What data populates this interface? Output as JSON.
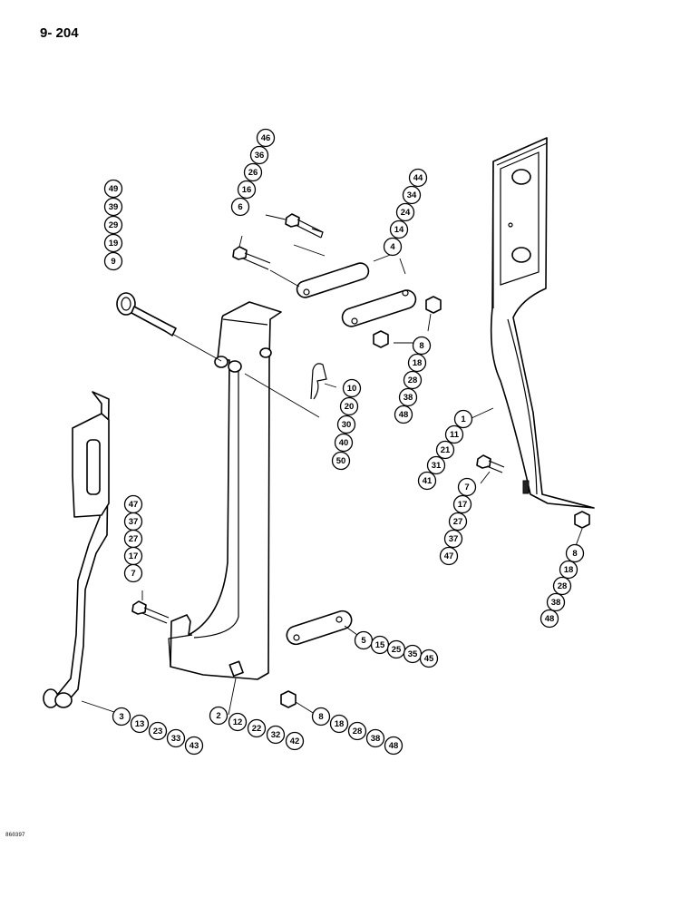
{
  "page_number": "9- 204",
  "catalog_code": "860397",
  "callout_groups": [
    {
      "id": "g1",
      "labels": [
        "1",
        "11",
        "21",
        "31",
        "41"
      ]
    },
    {
      "id": "g2",
      "labels": [
        "2",
        "12",
        "22",
        "32",
        "42"
      ]
    },
    {
      "id": "g3",
      "labels": [
        "3",
        "13",
        "23",
        "33",
        "43"
      ]
    },
    {
      "id": "g4",
      "labels": [
        "44",
        "34",
        "24",
        "14",
        "4"
      ]
    },
    {
      "id": "g5",
      "labels": [
        "5",
        "15",
        "25",
        "35",
        "45"
      ]
    },
    {
      "id": "g6",
      "labels": [
        "46",
        "36",
        "26",
        "16",
        "6"
      ]
    },
    {
      "id": "g7a",
      "labels": [
        "47",
        "37",
        "27",
        "17",
        "7"
      ]
    },
    {
      "id": "g7b",
      "labels": [
        "7",
        "17",
        "27",
        "37",
        "47"
      ]
    },
    {
      "id": "g8a",
      "labels": [
        "8",
        "18",
        "28",
        "38",
        "48"
      ]
    },
    {
      "id": "g8b",
      "labels": [
        "8",
        "18",
        "28",
        "38",
        "48"
      ]
    },
    {
      "id": "g8c",
      "labels": [
        "8",
        "18",
        "28",
        "38",
        "48"
      ]
    },
    {
      "id": "g9",
      "labels": [
        "49",
        "39",
        "29",
        "19",
        "9"
      ]
    },
    {
      "id": "g10",
      "labels": [
        "10",
        "20",
        "30",
        "40",
        "50"
      ]
    }
  ]
}
